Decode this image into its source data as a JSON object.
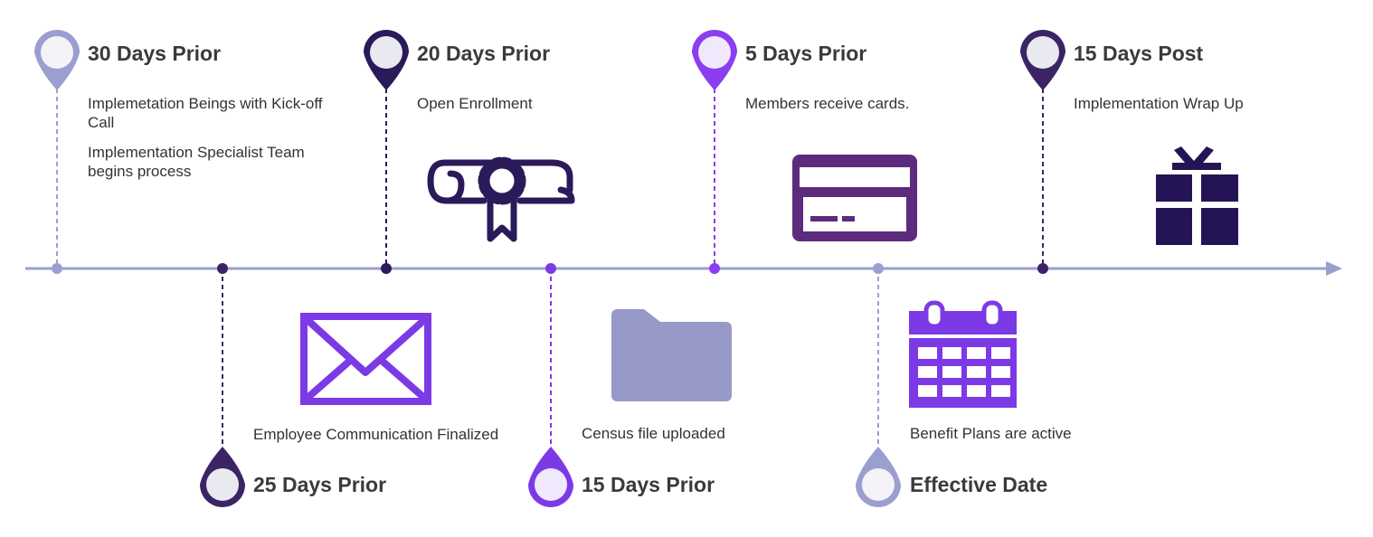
{
  "colors": {
    "axis": "#9a9fd0",
    "connector_dark": "#2b1a5a",
    "connector_purple": "#7b3fe4",
    "connector_light": "#9a9fd0"
  },
  "milestones": [
    {
      "title": "30 Days Prior",
      "color": "#9a9fd0",
      "lines": [
        "Implemetation Beings with Kick-off Call",
        "Implementation Specialist Team begins process"
      ],
      "icon": "none"
    },
    {
      "title": "25 Days Prior",
      "color": "#3b2466",
      "lines": [
        "Employee Communication Finalized"
      ],
      "icon": "envelope-icon"
    },
    {
      "title": "20 Days Prior",
      "color": "#2b1a5a",
      "lines": [
        "Open Enrollment"
      ],
      "icon": "diploma-icon"
    },
    {
      "title": "15 Days Prior",
      "color": "#7c3ae6",
      "lines": [
        "Census file uploaded"
      ],
      "icon": "folder-icon"
    },
    {
      "title": "5 Days Prior",
      "color": "#8a3ef0",
      "lines": [
        "Members receive cards."
      ],
      "icon": "credit-card-icon"
    },
    {
      "title": "Effective Date",
      "color": "#9a9fd0",
      "lines": [
        "Benefit Plans are active"
      ],
      "icon": "calendar-icon"
    },
    {
      "title": "15 Days Post",
      "color": "#3b2466",
      "lines": [
        "Implementation Wrap Up"
      ],
      "icon": "gift-icon"
    }
  ]
}
